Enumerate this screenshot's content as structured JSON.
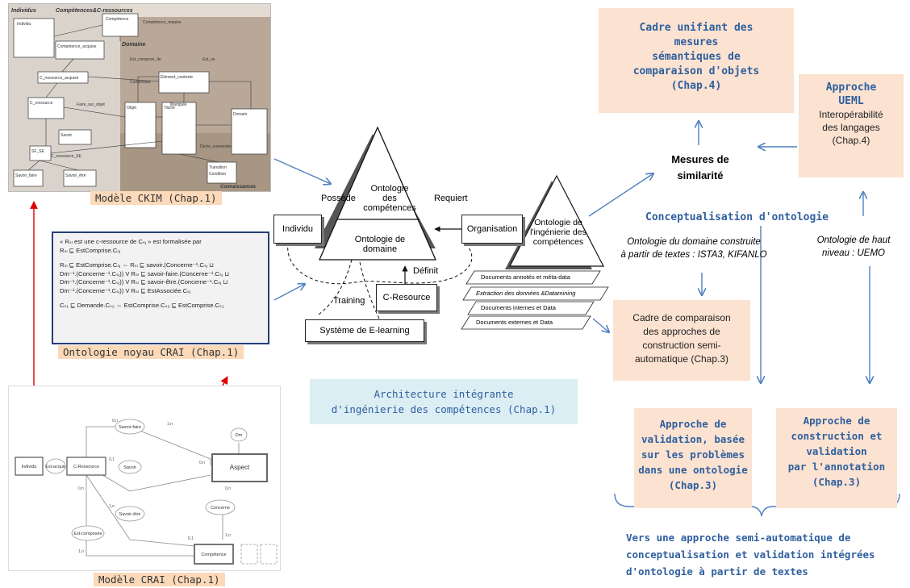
{
  "ckim": {
    "caption": "Modèle CKIM (Chap.1)",
    "uml_labels": [
      "Individus",
      "Compétences&C-ressources",
      "Domaine",
      "Connaissances",
      "Individu",
      "Compétence",
      "Compétence_acquise",
      "Compétence_requise",
      "C_ressource_acquise",
      "C_ressource",
      "Savoir",
      "SF_SE",
      "Savoir_faire",
      "Savoir_être",
      "Objet",
      "Tâche",
      "Domain",
      "Élément_contexte",
      "Transition",
      "Condition",
      "Est_composé_de",
      "Est_un",
      "Composant",
      "Manipule",
      "Est_une",
      "Faire_sur_objet",
      "C_ressource_SE",
      "Tâche_concernée"
    ]
  },
  "crai_core": {
    "caption": "Ontologie noyau CRAI (Chap.1)",
    "lines": [
      "« Rₛₗ est une c-ressource de Cₛⱼ » est formalisée par",
      "Rₛₗ ⊑ EstComprise.Cₛⱼ",
      "Rₛₗ ⊑ EstComprise.Cₛⱼ ⇔ Rₛₗ ⊑ savoir.(Concerne⁻¹.Cₛⱼ ⊔",
      "Dm⁻¹.(Concerne⁻¹.Cₛⱼ)) V Rₛₗ ⊑ savoir-faire.(Concerne⁻¹.Cₛⱼ ⊔",
      "Dm⁻¹.(Concerne⁻¹.Cₛⱼ)) V Rₛₗ ⊑ savoir-être.(Concerne⁻¹.Cₛⱼ ⊔",
      "Dm⁻¹.(Concerne⁻¹.Cₛⱼ)) V Rₛₗ ⊑ EstAssociée.Cₛⱼ",
      "Cₛ₁ ⊑ Demande.Cₛ₂ ⇔ EstComprise.Cₛ₂ ⊑ EstComprise.Cₛ₁"
    ]
  },
  "crai": {
    "caption": "Modèle CRAI (Chap.1)",
    "entities": [
      "Individu",
      "C-Ressource",
      "Aspect",
      "Compétence"
    ],
    "relations": [
      "Est-acquis",
      "Est-composée",
      "Savoir-faire",
      "Savoir",
      "Savoir-être",
      "Concerne",
      "Dm"
    ],
    "cardinalities": [
      "0,n",
      "1,n",
      "0,1",
      "0,n",
      "1,n",
      "0,n",
      "1,n",
      "0,1",
      "0,n",
      "1,n"
    ]
  },
  "architecture": {
    "individu": "Individu",
    "organisation": "Organisation",
    "possede": "Possède",
    "requiert": "Requiert",
    "definit": "Définit",
    "training": "Training",
    "c_resource": "C-Resource",
    "elearning": "Système de E-learning",
    "onto_competences": "Ontologie des compétences",
    "onto_domaine": "Ontologie de domaine",
    "onto_ingenierie": "Ontologie de l'ingénierie des compétences",
    "layers": [
      "Documents annotés et méta-data",
      "Extraction des données &Datamining",
      "Documents internes et Data",
      "Documents externes et Data"
    ],
    "caption_line1": "Architecture intégrante",
    "caption_line2": "d'ingénierie des compétences (Chap.1)"
  },
  "right": {
    "cadre_unifiant": [
      "Cadre unifiant des",
      "mesures",
      "sémantiques de",
      "comparaison d'objets",
      "(Chap.4)"
    ],
    "approche_ueml_title": [
      "Approche",
      "UEML"
    ],
    "approche_ueml_body": [
      "Interopérabilité",
      "des langages",
      "(Chap.4)"
    ],
    "mesures": [
      "Mesures de",
      "similarité"
    ],
    "conceptualisation": "Conceptualisation d'ontologie",
    "onto_domaine_textes": [
      "Ontologie du domaine construite",
      "à partir de textes : ISTA3, KIFANLO"
    ],
    "onto_haut_niveau": [
      "Ontologie de haut",
      "niveau : UEMO"
    ],
    "cadre_comparaison": [
      "Cadre de comparaison",
      "des approches de",
      "construction semi-",
      "automatique (Chap.3)"
    ],
    "approche_validation": [
      "Approche de",
      "validation, basée",
      "sur les problèmes",
      "dans une ontologie",
      "(Chap.3)"
    ],
    "approche_construction": [
      "Approche de",
      "construction et",
      "validation",
      "par l'annotation",
      "(Chap.3)"
    ],
    "conclusion": [
      "Vers une approche semi-automatique de",
      "conceptualisation et validation intégrées",
      "d'ontologie à partir de textes"
    ]
  },
  "colors": {
    "arrow_blue": "#4f81bd",
    "arrow_red": "#e00000",
    "peach": "#fbe2d1",
    "label_orange": "#fbd9b9",
    "text_blue": "#2f5f9e",
    "caption_bg": "#dbeef4"
  }
}
